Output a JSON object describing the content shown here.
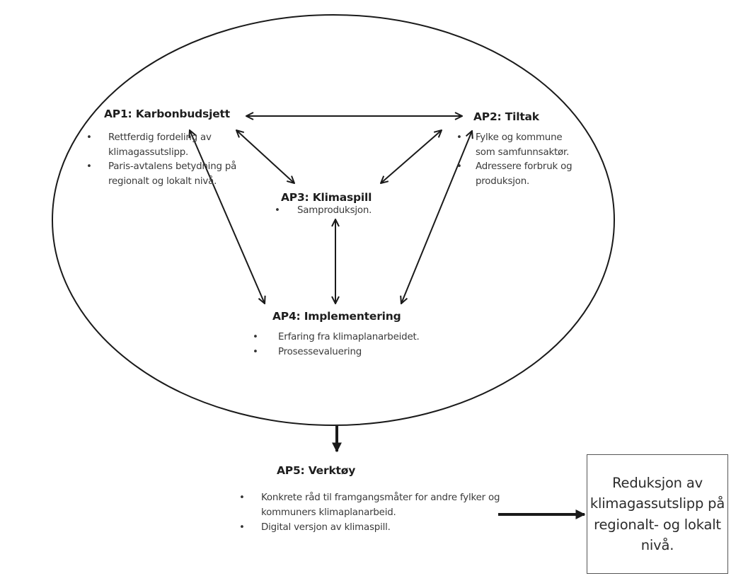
{
  "diagram": {
    "nodes": {
      "ap1": {
        "title": "AP1: Karbonbudsjett",
        "bullets": [
          "Rettferdig  fordeling av klimagassutslipp.",
          "Paris-avtalens betydning på regionalt og lokalt nivå."
        ]
      },
      "ap2": {
        "title": "AP2: Tiltak",
        "bullets": [
          "Fylke og kommune som samfunnsaktør.",
          "Adressere forbruk og produksjon."
        ]
      },
      "ap3": {
        "title": "AP3: Klimaspill",
        "bullets": [
          "Samproduksjon."
        ]
      },
      "ap4": {
        "title": "AP4: Implementering",
        "bullets": [
          "Erfaring fra klimaplanarbeidet.",
          "Prosessevaluering"
        ]
      },
      "ap5": {
        "title": "AP5: Verktøy",
        "bullets": [
          "Konkrete råd til framgangsmåter for andre fylker og kommuners klimaplanarbeid.",
          "Digital versjon av klimaspill."
        ]
      }
    },
    "result": {
      "text": "Reduksjon av klimagassutslipp på regionalt- og lokalt nivå."
    },
    "edges": [
      {
        "from": "ap1",
        "to": "ap2",
        "type": "bidirectional"
      },
      {
        "from": "ap1",
        "to": "ap3",
        "type": "bidirectional"
      },
      {
        "from": "ap2",
        "to": "ap3",
        "type": "bidirectional"
      },
      {
        "from": "ap1",
        "to": "ap4",
        "type": "bidirectional"
      },
      {
        "from": "ap2",
        "to": "ap4",
        "type": "bidirectional"
      },
      {
        "from": "ap3",
        "to": "ap4",
        "type": "bidirectional"
      },
      {
        "from": "ellipse",
        "to": "ap5",
        "type": "directed"
      },
      {
        "from": "ap5",
        "to": "result",
        "type": "directed"
      }
    ],
    "colors": {
      "line": "#1a1a1a",
      "text": "#3a3a3a",
      "title": "#1e1e1e",
      "box_border": "#555555"
    }
  }
}
